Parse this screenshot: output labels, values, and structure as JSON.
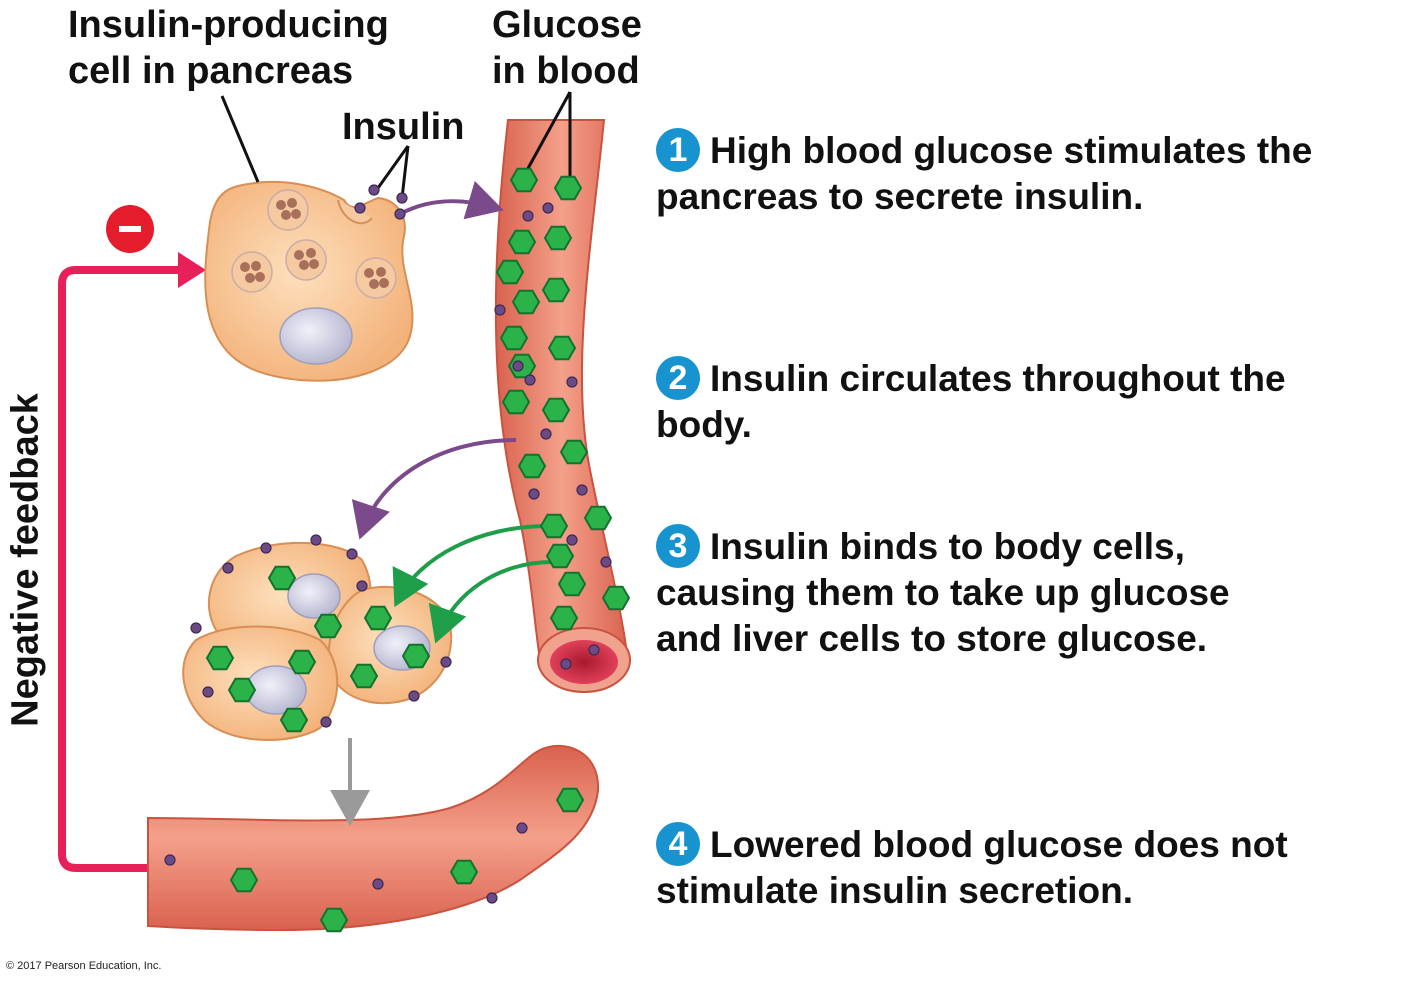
{
  "labels": {
    "pancreas_cell_line1": "Insulin-producing",
    "pancreas_cell_line2": "cell in pancreas",
    "insulin": "Insulin",
    "glucose_line1": "Glucose",
    "glucose_line2": "in blood",
    "negative_feedback": "Negative feedback",
    "minus_symbol": "–"
  },
  "steps": [
    {
      "number": "1",
      "line1": "High blood glucose stimulates the",
      "line2": "pancreas to secrete insulin."
    },
    {
      "number": "2",
      "line1": "Insulin circulates throughout the",
      "line2": "body."
    },
    {
      "number": "3",
      "line1": "Insulin binds to body cells,",
      "line2": "causing them to take up glucose",
      "line3": "and liver cells to store glucose."
    },
    {
      "number": "4",
      "line1": "Lowered blood glucose does not",
      "line2": "stimulate insulin secretion."
    }
  ],
  "copyright": "© 2017 Pearson Education, Inc.",
  "colors": {
    "feedback_arrow": "#e8205a",
    "minus_badge": "#e41c2b",
    "step_badge": "#1793cf",
    "insulin_arrow": "#7a4a8a",
    "glucose_arrow": "#1f9e4a",
    "glucose_molecule": "#2bb34a",
    "insulin_molecule": "#6b4a86",
    "cell_fill": "#f8c18d",
    "vessel_fill": "#e8826e"
  }
}
